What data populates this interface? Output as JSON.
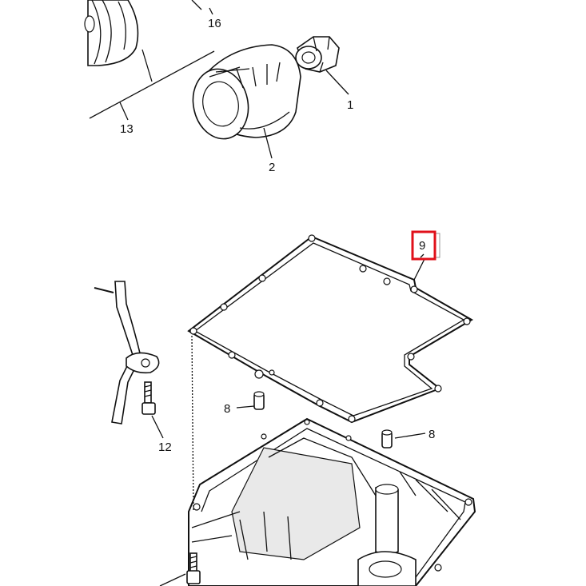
{
  "callouts": {
    "c1": "1",
    "c2": "2",
    "c8a": "8",
    "c8b": "8",
    "c9": "9",
    "c12": "12",
    "c13": "13",
    "c16": "16"
  },
  "colors": {
    "highlight": "#e0101a",
    "line": "#111111"
  }
}
